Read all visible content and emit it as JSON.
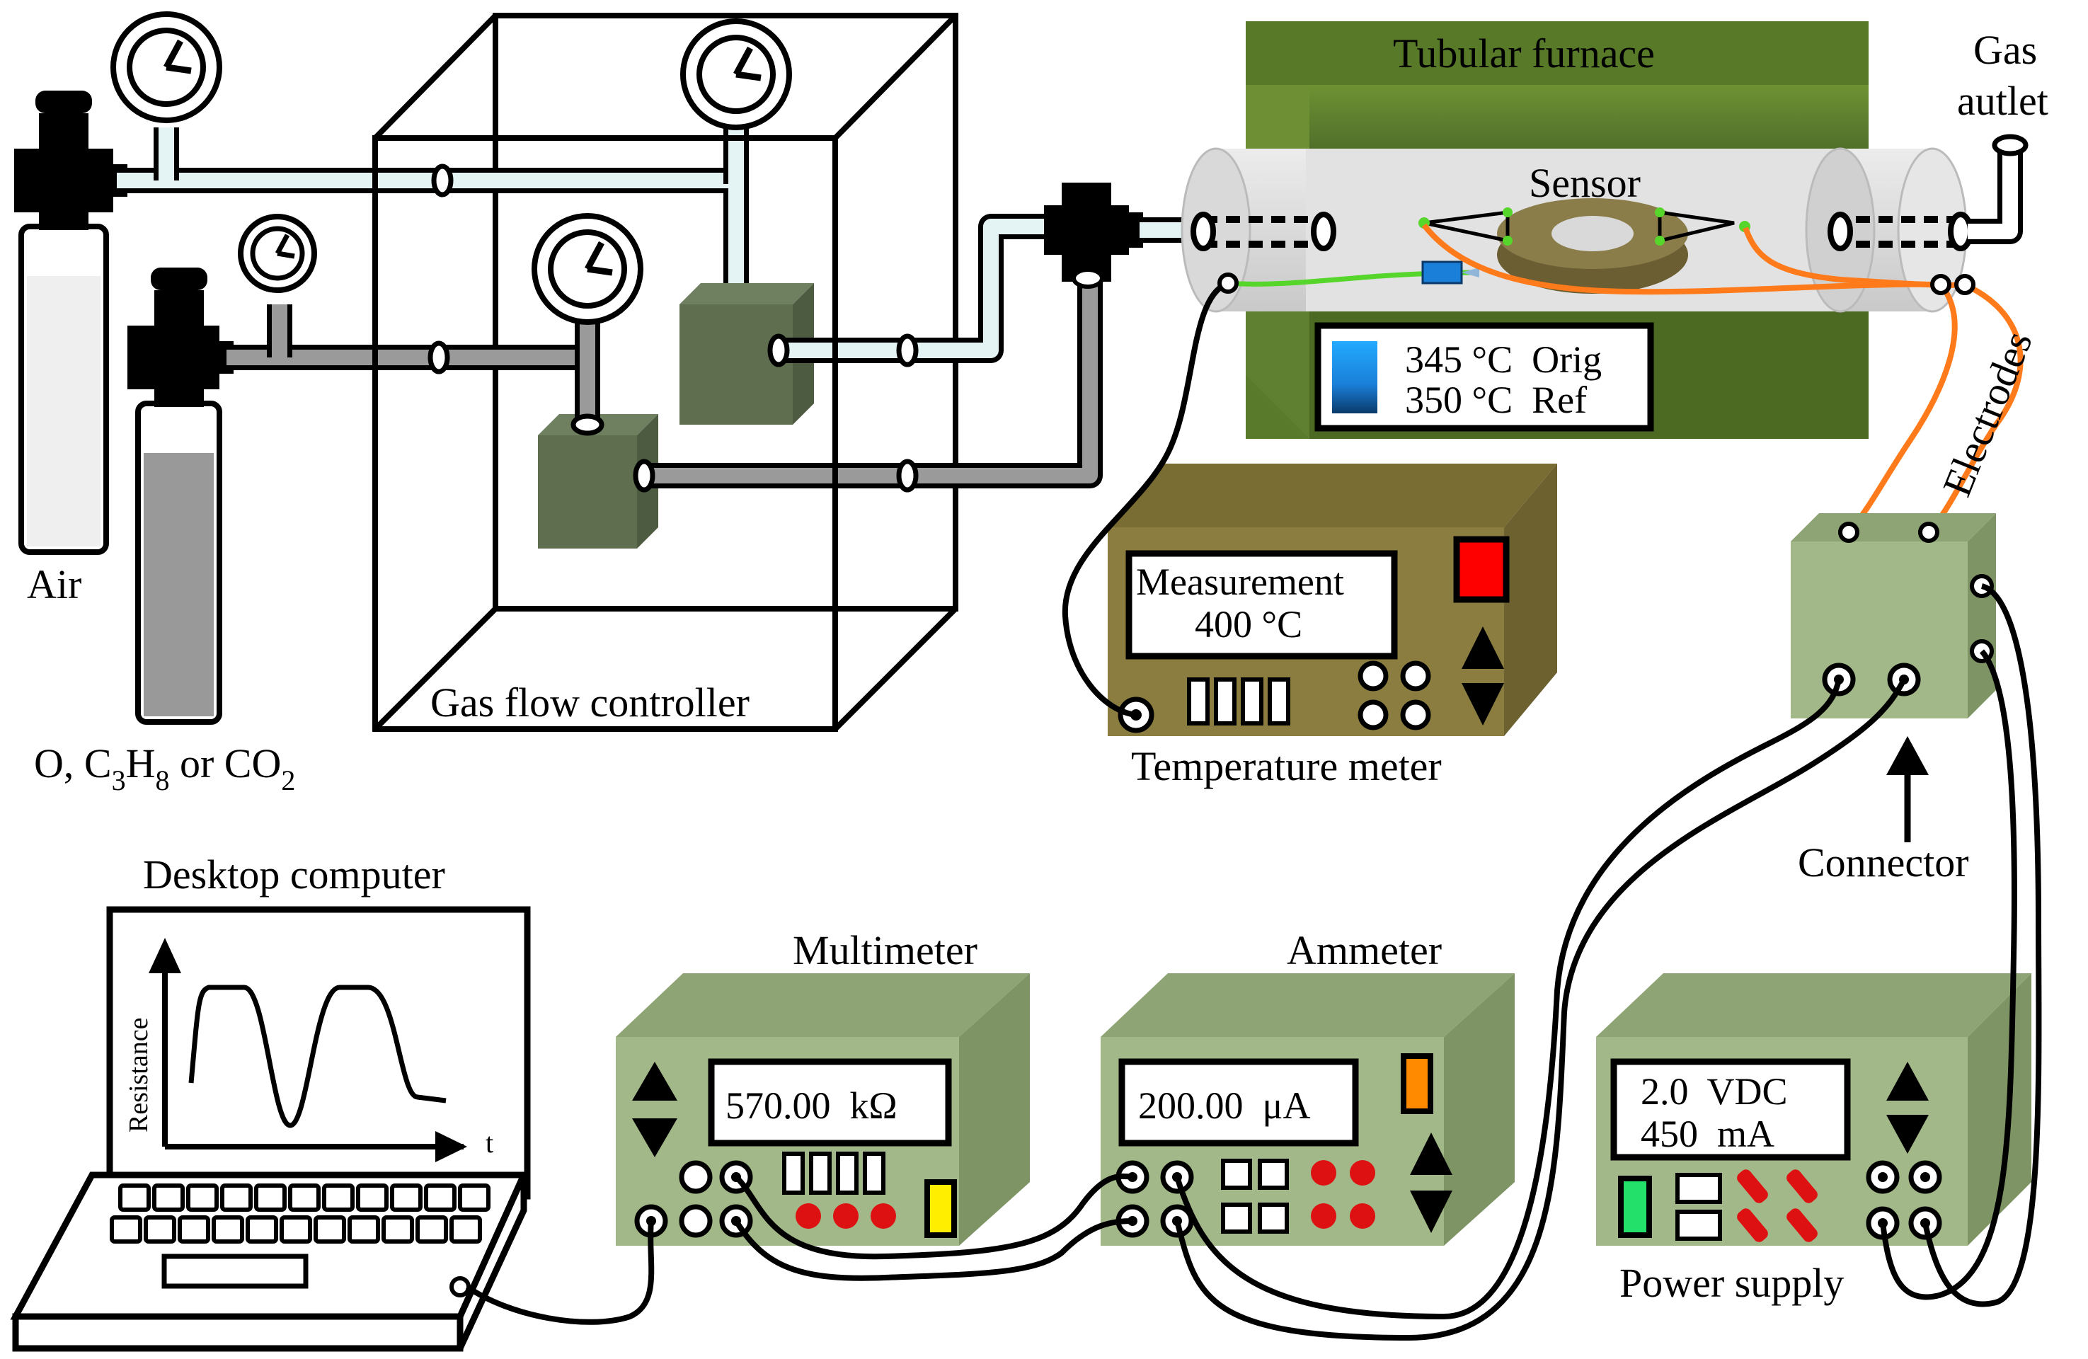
{
  "labels": {
    "air": "Air",
    "gas_cylinder": {
      "o": "O, C",
      "h_sub1": "3",
      "h": "H",
      "h_sub2": "8",
      "or": " or CO",
      "co_sub": "2"
    },
    "gas_flow_controller": "Gas flow controller",
    "tubular_furnace": "Tubular furnace",
    "gas_outlet_line1": "Gas",
    "gas_outlet_line2": "autlet",
    "sensor": "Sensor",
    "electrodes": "Electrodes",
    "temperature_meter": "Temperature meter",
    "connector": "Connector",
    "desktop_computer": "Desktop computer",
    "multimeter": "Multimeter",
    "ammeter": "Ammeter",
    "power_supply": "Power supply",
    "plot_y_axis": "Resistance",
    "plot_x_axis": "t"
  },
  "furnace_display": {
    "line1": "345 °C  Orig",
    "line2": "350 °C  Ref"
  },
  "temperature_meter_display": {
    "line1": "Measurement",
    "line2": "400 °C"
  },
  "multimeter_display": "570.00  kΩ",
  "ammeter_display": "200.00  μA",
  "power_supply_display": {
    "line1": "2.0  VDC",
    "line2": "450  mA"
  },
  "colors": {
    "furnace_green": "#587a2a",
    "instrument_green": "#a3b888",
    "meter_brown": "#8b7d3f",
    "controller_box": "#5e6e4e",
    "tube_gray": "#d8d8d8",
    "electrode_orange": "#ff7a1a",
    "thermocouple_green": "#56d62a",
    "indicator_blue": "#1aa0ff",
    "indicator_red": "#ff0000",
    "indicator_orange": "#ff8a00",
    "indicator_yellow": "#ffee00",
    "indicator_green": "#22e06a"
  }
}
